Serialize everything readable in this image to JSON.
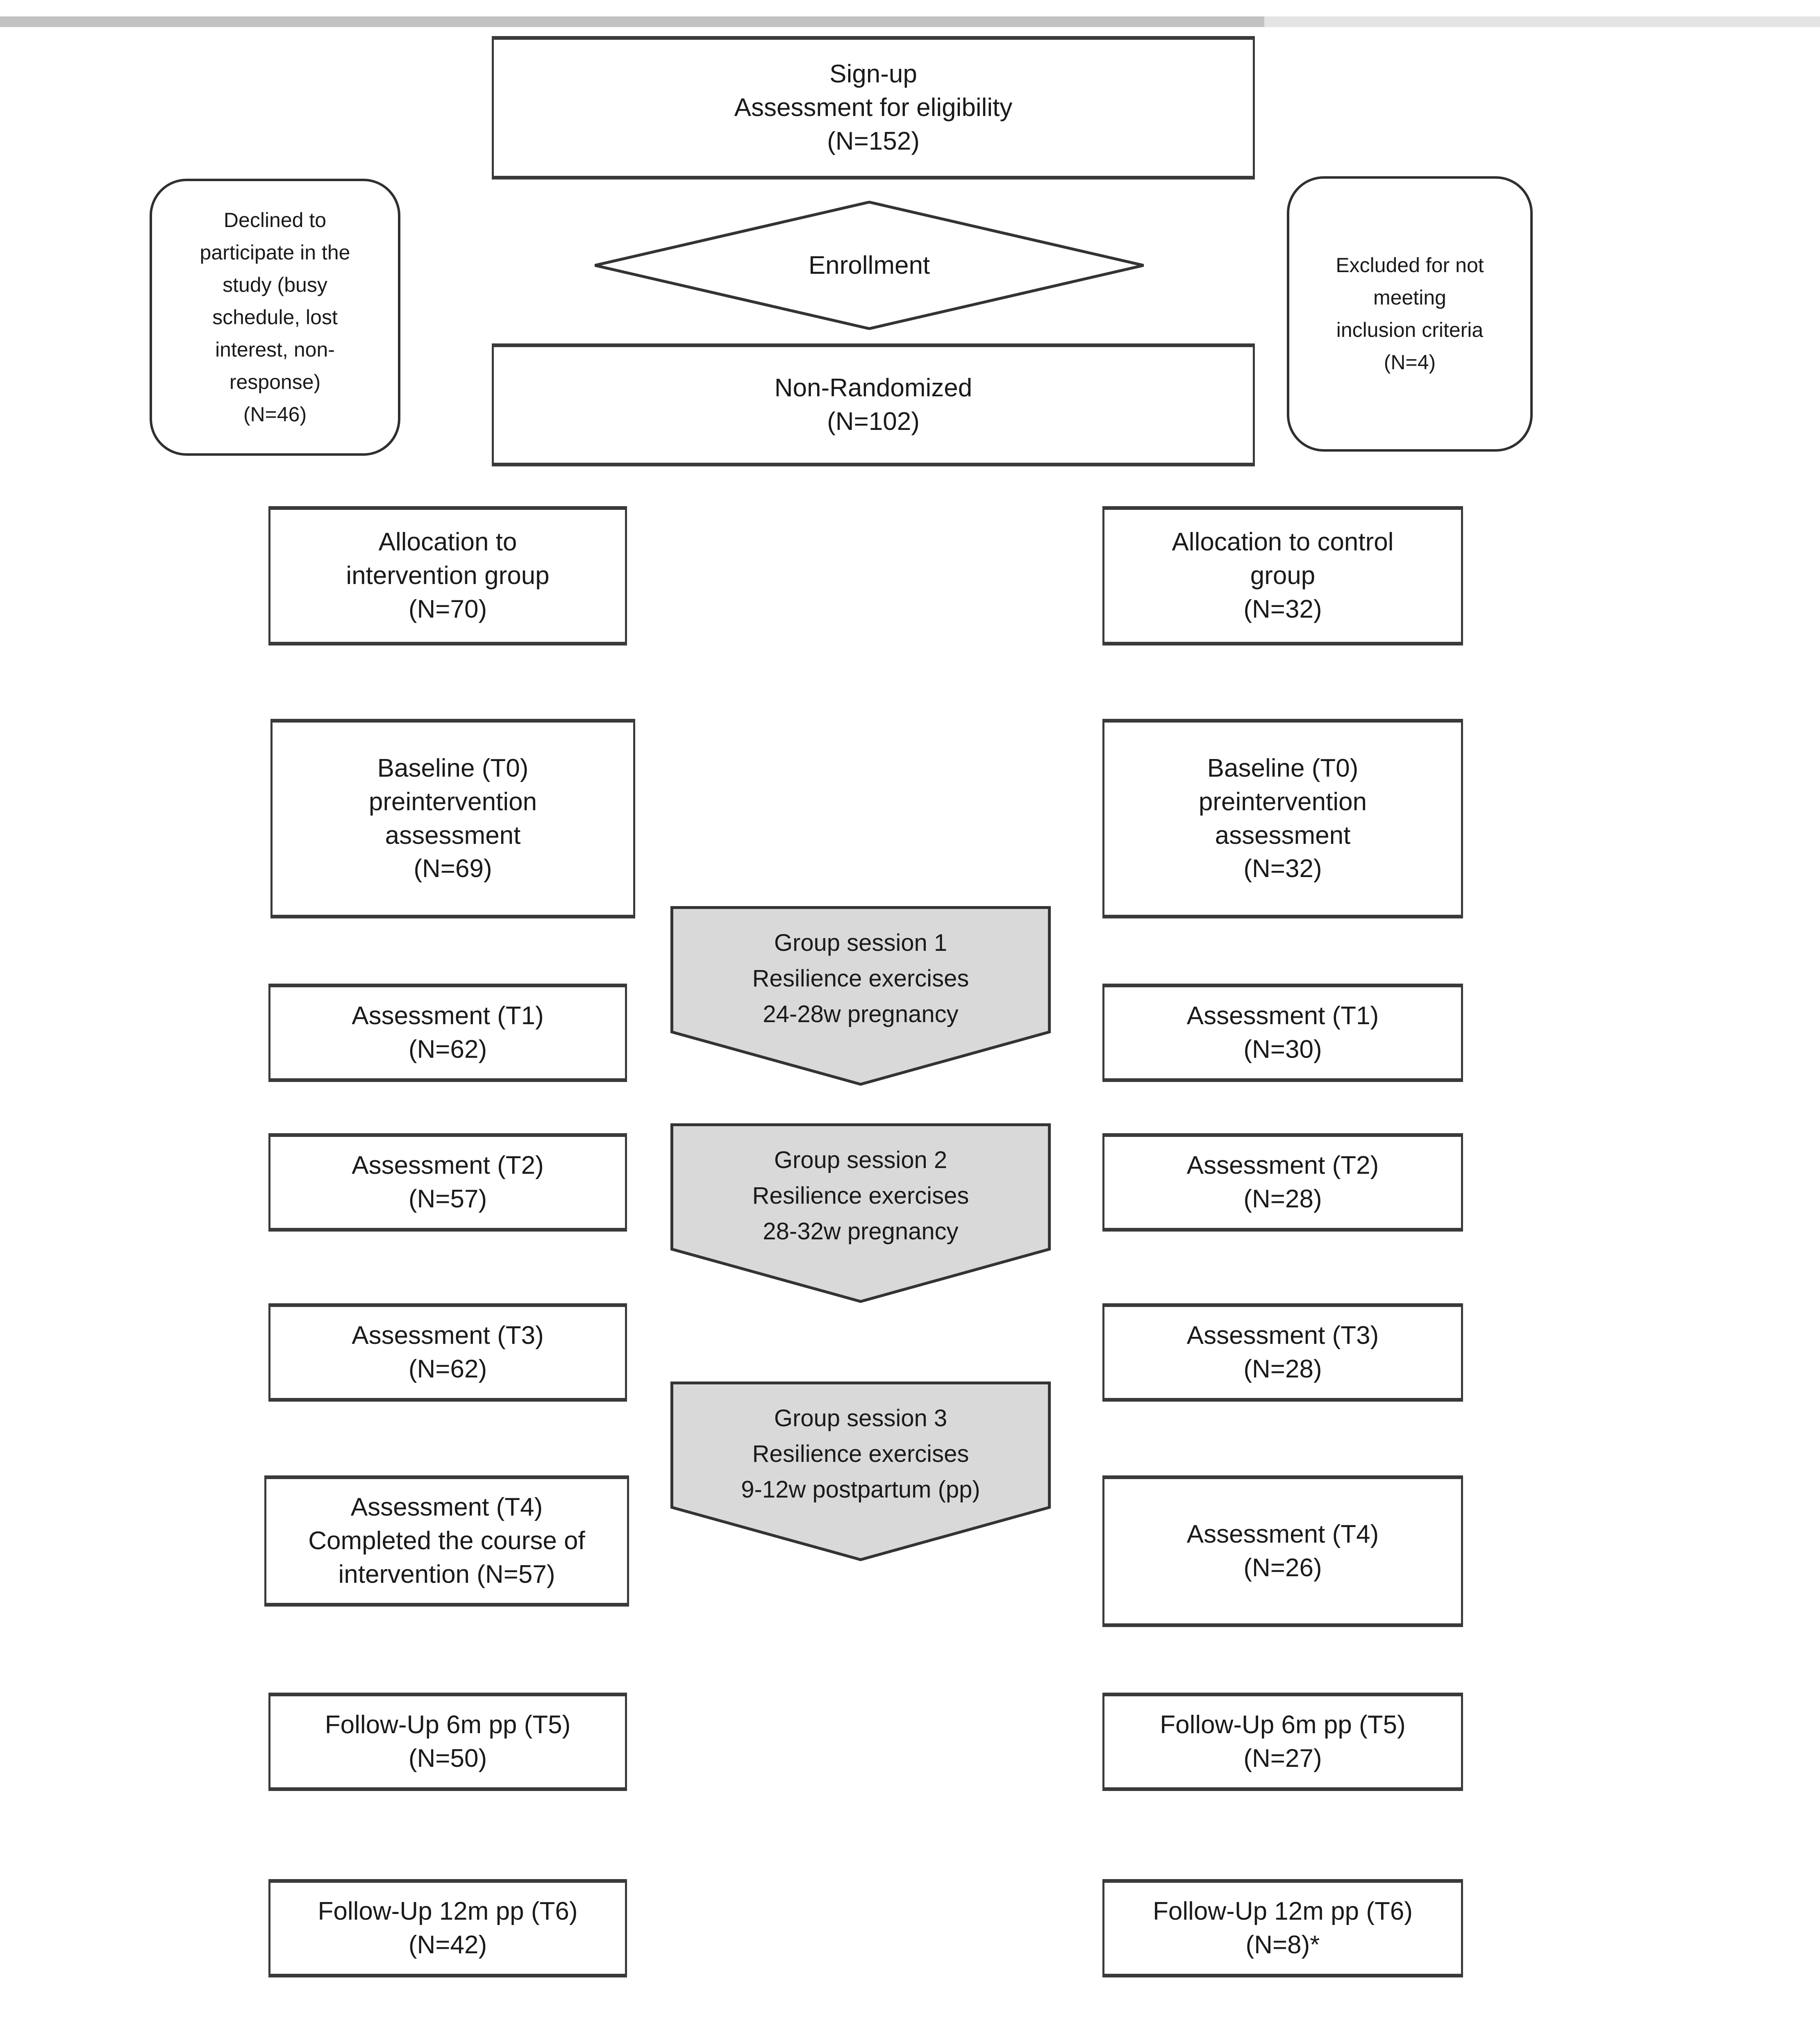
{
  "colors": {
    "banner_fill": "#d9d9d9",
    "shape_stroke": "#333333",
    "box_border": "#3a3a3a",
    "text": "#1a1a1a",
    "top_bar_left": "#c2c2c2",
    "top_bar_right": "#e4e4e4"
  },
  "nodes": {
    "signup": {
      "text": "Sign-up\nAssessment for eligibility\n(N=152)"
    },
    "enrollment": {
      "text": "Enrollment"
    },
    "non_randomized": {
      "text": "Non-Randomized\n(N=102)"
    },
    "declined": {
      "text": "Declined to\nparticipate in the\nstudy (busy\nschedule, lost\ninterest, non-\nresponse)\n(N=46)"
    },
    "excluded": {
      "text": "Excluded for not\nmeeting\ninclusion criteria\n(N=4)"
    },
    "alloc_intervention": {
      "text": "Allocation to\nintervention group\n(N=70)"
    },
    "alloc_control": {
      "text": "Allocation to control\ngroup\n(N=32)"
    },
    "baseline_intervention": {
      "text": "Baseline (T0)\npreintervention\nassessment\n(N=69)"
    },
    "baseline_control": {
      "text": "Baseline (T0)\npreintervention\nassessment\n(N=32)"
    },
    "session1": {
      "text": "Group session 1\nResilience exercises\n24-28w pregnancy"
    },
    "session2": {
      "text": "Group session 2\nResilience exercises\n28-32w pregnancy"
    },
    "session3": {
      "text": "Group session 3\nResilience exercises\n9-12w postpartum (pp)"
    },
    "t1_intervention": {
      "text": "Assessment (T1)\n(N=62)"
    },
    "t1_control": {
      "text": "Assessment (T1)\n(N=30)"
    },
    "t2_intervention": {
      "text": "Assessment (T2)\n(N=57)"
    },
    "t2_control": {
      "text": "Assessment (T2)\n(N=28)"
    },
    "t3_intervention": {
      "text": "Assessment (T3)\n(N=62)"
    },
    "t3_control": {
      "text": "Assessment (T3)\n(N=28)"
    },
    "t4_intervention": {
      "text": "Assessment (T4)\nCompleted the course of\nintervention (N=57)"
    },
    "t4_control": {
      "text": "Assessment (T4)\n(N=26)"
    },
    "t5_intervention": {
      "text": "Follow-Up 6m pp (T5)\n(N=50)"
    },
    "t5_control": {
      "text": "Follow-Up 6m pp (T5)\n(N=27)"
    },
    "t6_intervention": {
      "text": "Follow-Up 12m pp (T6)\n(N=42)"
    },
    "t6_control": {
      "text": "Follow-Up 12m pp (T6)\n(N=8)*"
    }
  }
}
